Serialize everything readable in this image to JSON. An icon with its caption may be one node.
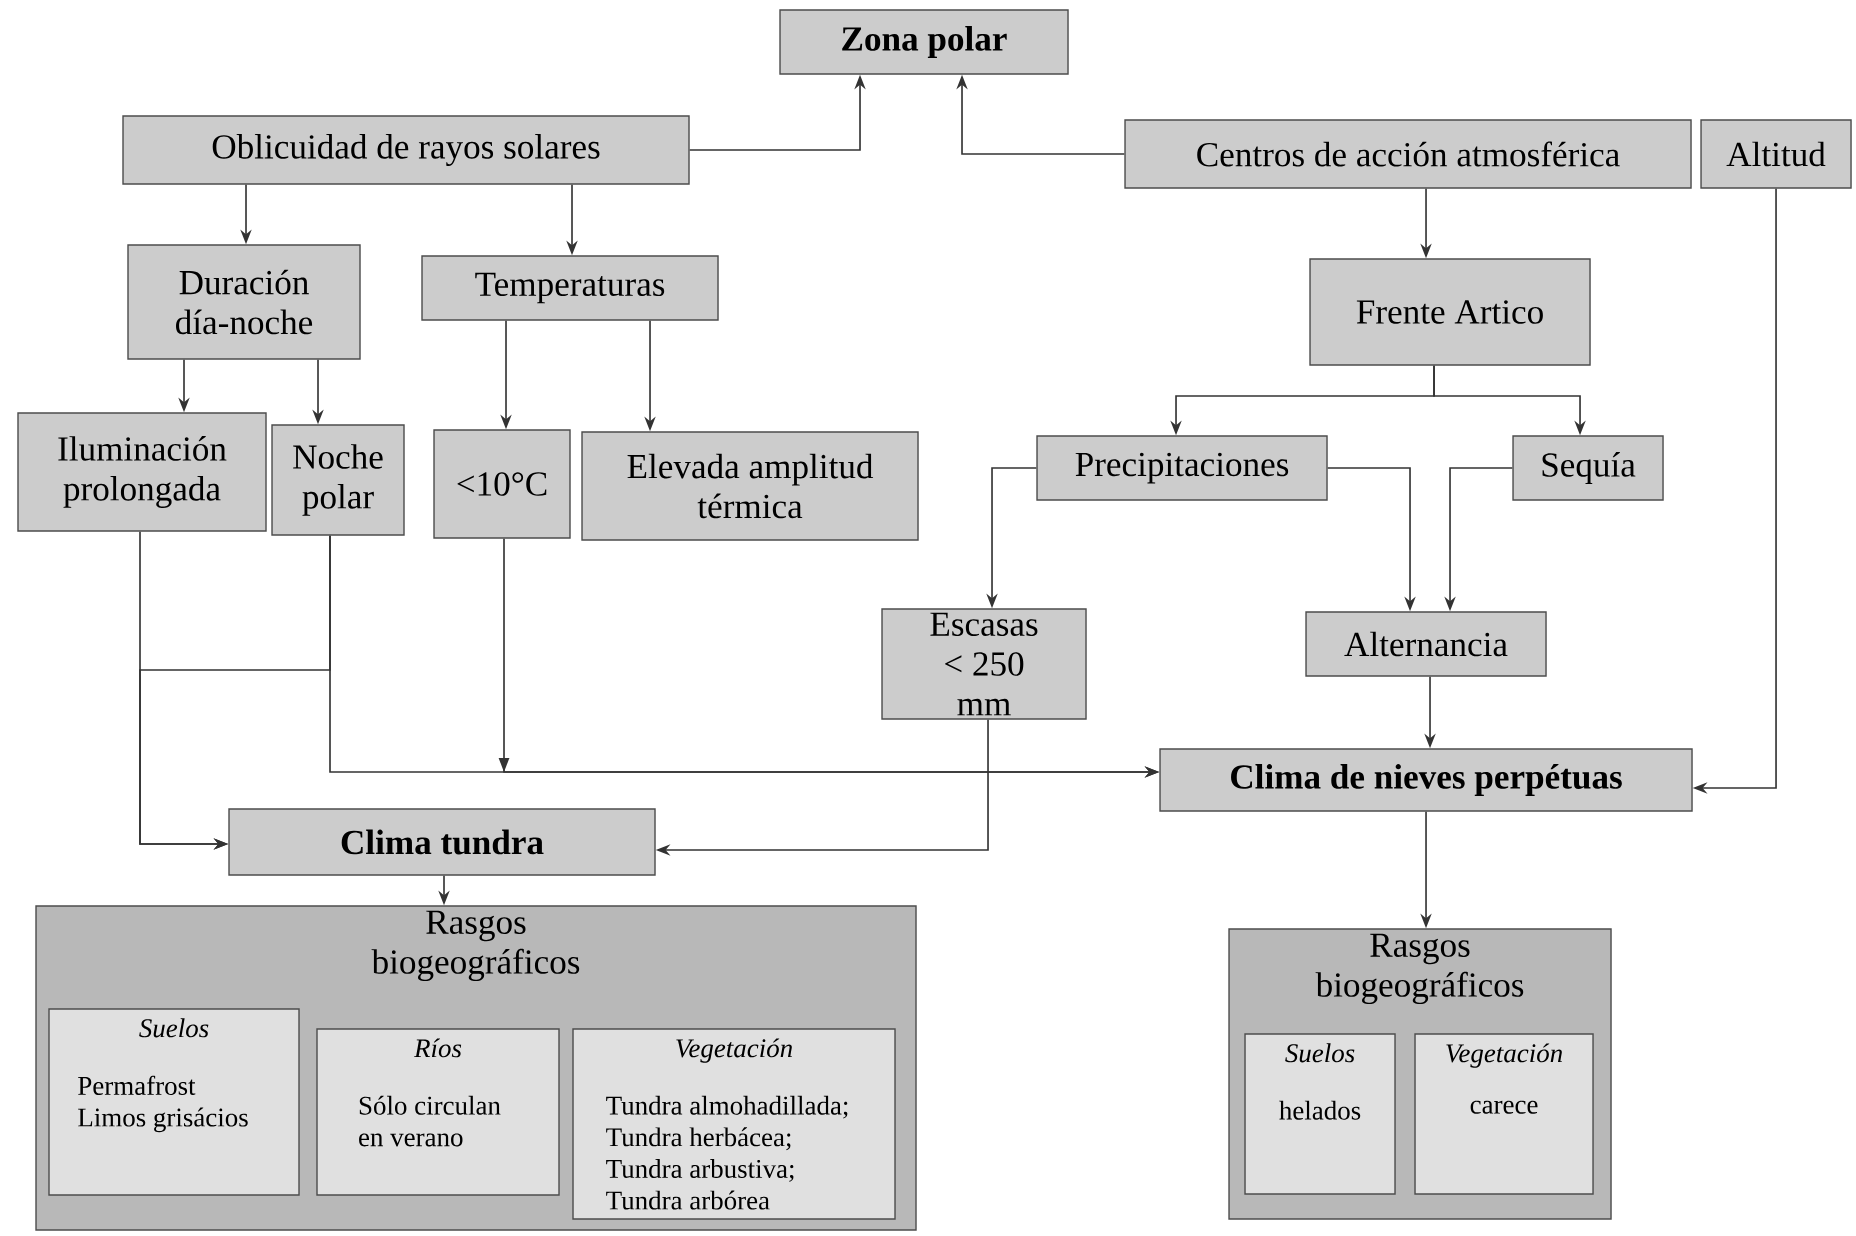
{
  "diagram": {
    "nodes": [
      {
        "text": [
          "Zona polar"
        ]
      },
      {
        "text": [
          "Oblicuidad de rayos solares"
        ]
      },
      {
        "text": [
          "Centros de acción atmosférica"
        ]
      },
      {
        "text": [
          "Altitud"
        ]
      },
      {
        "text": [
          "Duración día-noche"
        ]
      },
      {
        "text": [
          "Temperaturas"
        ]
      },
      {
        "text": [
          "Frente Artico"
        ]
      },
      {
        "text": [
          "Iluminación prolongada"
        ]
      },
      {
        "text": [
          "Noche polar"
        ]
      },
      {
        "text": [
          "<10°C"
        ]
      },
      {
        "text": [
          "Elevada amplitud térmica"
        ]
      },
      {
        "text": [
          "Precipitaciones"
        ]
      },
      {
        "text": [
          "Sequía"
        ]
      },
      {
        "text": [
          "Escasas < 250 mm"
        ]
      },
      {
        "text": [
          "Alternancia"
        ]
      },
      {
        "text": [
          "Clima de nieves perpétuas"
        ]
      },
      {
        "text": [
          "Clima tundra"
        ]
      },
      {
        "text": [
          "Rasgos biogeográficos"
        ]
      },
      {
        "text": [
          "Suelos",
          "Permafrost Limos grisácios"
        ],
        "in": 17
      },
      {
        "text": [
          "Ríos",
          "Sólo circulan en verano"
        ],
        "in": 17
      },
      {
        "text": [
          "Vegetación",
          "Tundra almohadillada; Tundra herbácea; Tundra arbustiva; Tundra arbórea"
        ],
        "in": 17
      },
      {
        "text": [
          "Rasgos biogeográficos"
        ]
      },
      {
        "text": [
          "Suelos",
          "helados"
        ],
        "in": 21
      },
      {
        "text": [
          "Vegetación",
          "carece"
        ],
        "in": 21
      }
    ],
    "edges": [
      {
        "from": 1,
        "to": 0,
        "arrow": "to"
      },
      {
        "from": 2,
        "to": 0,
        "arrow": "to"
      },
      {
        "from": 1,
        "to": 4,
        "arrow": "to"
      },
      {
        "from": 1,
        "to": 5,
        "arrow": "to"
      },
      {
        "from": 2,
        "to": 6,
        "arrow": "to"
      },
      {
        "from": 4,
        "to": 7,
        "arrow": "to"
      },
      {
        "from": 4,
        "to": 8,
        "arrow": "to"
      },
      {
        "from": 5,
        "to": 9,
        "arrow": "to"
      },
      {
        "from": 5,
        "to": 10,
        "arrow": "to"
      },
      {
        "from": 6,
        "to": 11,
        "arrow": "to"
      },
      {
        "from": 6,
        "to": 12,
        "arrow": "to"
      },
      {
        "from": 11,
        "to": 13,
        "arrow": "to"
      },
      {
        "from": 11,
        "to": 14,
        "arrow": "to"
      },
      {
        "from": 12,
        "to": 14,
        "arrow": "to"
      },
      {
        "from": 3,
        "to": 15,
        "arrow": "to"
      },
      {
        "from": 14,
        "to": 15,
        "arrow": "to"
      },
      {
        "from": 7,
        "to": 16,
        "arrow": "to"
      },
      {
        "from": 8,
        "to": 16,
        "arrow": "to"
      },
      {
        "from": 8,
        "to": 15,
        "arrow": "to"
      },
      {
        "from": 9,
        "to": 15,
        "arrow": "to"
      },
      {
        "from": 13,
        "to": 16,
        "arrow": "to"
      },
      {
        "from": 15,
        "to": 21,
        "arrow": "to"
      },
      {
        "from": 16,
        "to": 17,
        "arrow": "to"
      }
    ]
  }
}
